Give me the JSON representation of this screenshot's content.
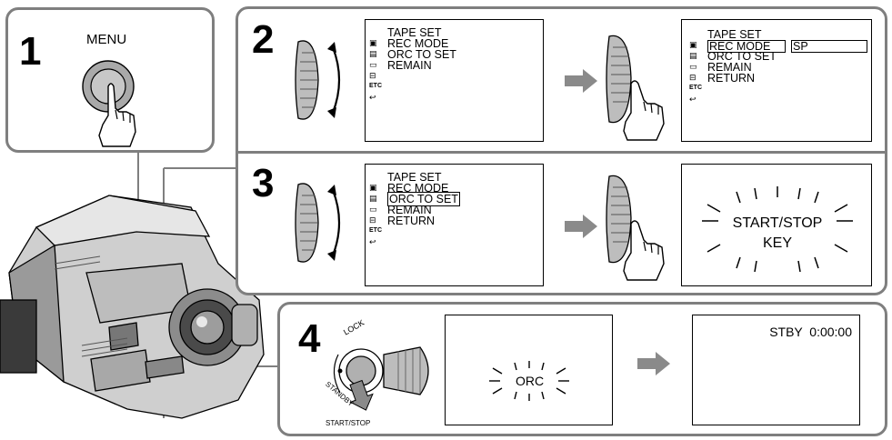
{
  "step1": {
    "number": "1",
    "button_label": "MENU"
  },
  "step2": {
    "number": "2",
    "screen_a": {
      "title": "TAPE SET",
      "items": [
        "REC MODE",
        "ORC TO SET",
        "REMAIN"
      ]
    },
    "screen_b": {
      "title": "TAPE SET",
      "items": [
        "REC MODE",
        "ORC TO SET",
        "REMAIN",
        "RETURN"
      ],
      "selected_value": "SP"
    },
    "icons": {
      "etc": "ETC"
    }
  },
  "step3": {
    "number": "3",
    "screen_a": {
      "title": "TAPE SET",
      "items": [
        "REC MODE",
        "ORC TO SET",
        "REMAIN",
        "RETURN"
      ]
    },
    "screen_b": {
      "line1": "START/STOP",
      "line2": "KEY"
    },
    "icons": {
      "etc": "ETC"
    }
  },
  "step4": {
    "number": "4",
    "switch_lock": "LOCK",
    "switch_standby": "STANDBY",
    "button_label": "START/STOP",
    "screen_a": {
      "text": "ORC"
    },
    "screen_b": {
      "status": "STBY  0:00:00"
    }
  },
  "colors": {
    "frame": "#7f7f7f",
    "arrow": "#8a8a8a",
    "ink": "#000000"
  }
}
